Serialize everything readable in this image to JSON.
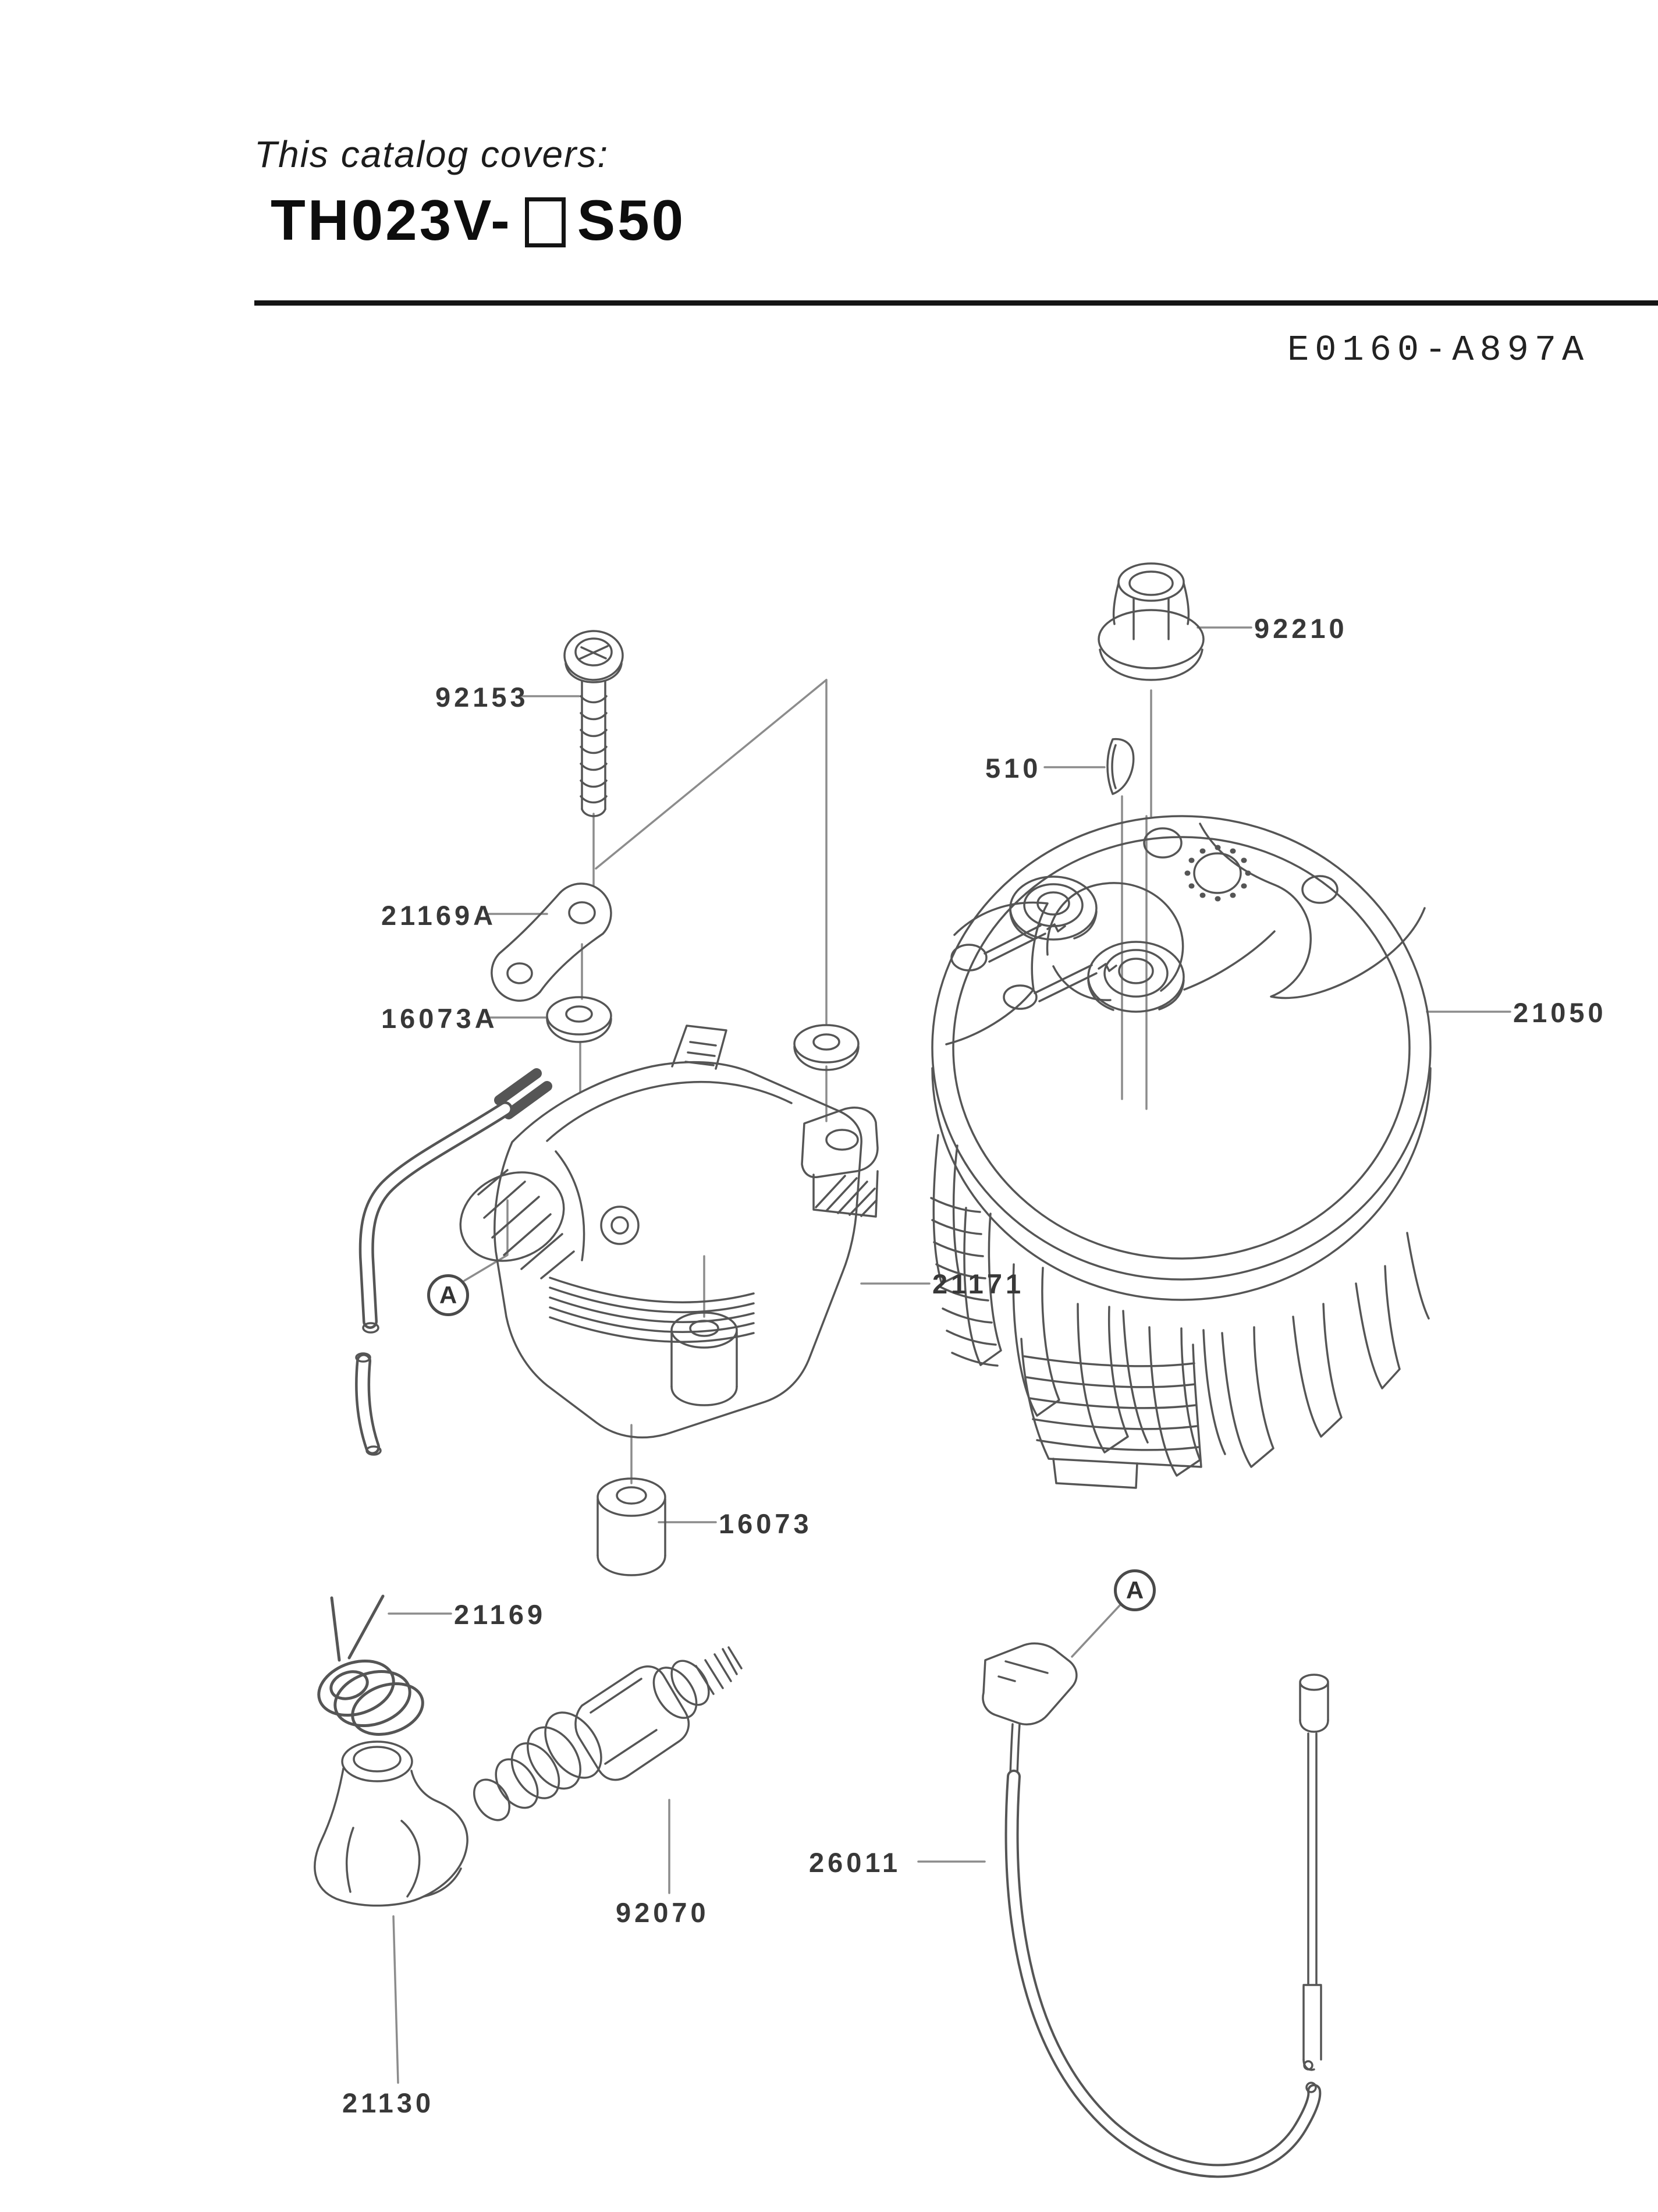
{
  "page": {
    "background": "#ffffff",
    "line_color": "#555555",
    "leader_color": "#8c8c8c",
    "label_color": "#383838"
  },
  "header": {
    "covers_line": "This catalog covers:",
    "model_prefix": "TH023V-",
    "model_suffix": "S50",
    "diagram_code": "E0160-A897A"
  },
  "callout_letter": "A",
  "part_labels": [
    {
      "number": "92153"
    },
    {
      "number": "92210"
    },
    {
      "number": "510"
    },
    {
      "number": "21169A"
    },
    {
      "number": "16073A"
    },
    {
      "number": "21050"
    },
    {
      "number": "21171"
    },
    {
      "number": "16073"
    },
    {
      "number": "21169"
    },
    {
      "number": "92070"
    },
    {
      "number": "21130"
    },
    {
      "number": "26011"
    }
  ]
}
